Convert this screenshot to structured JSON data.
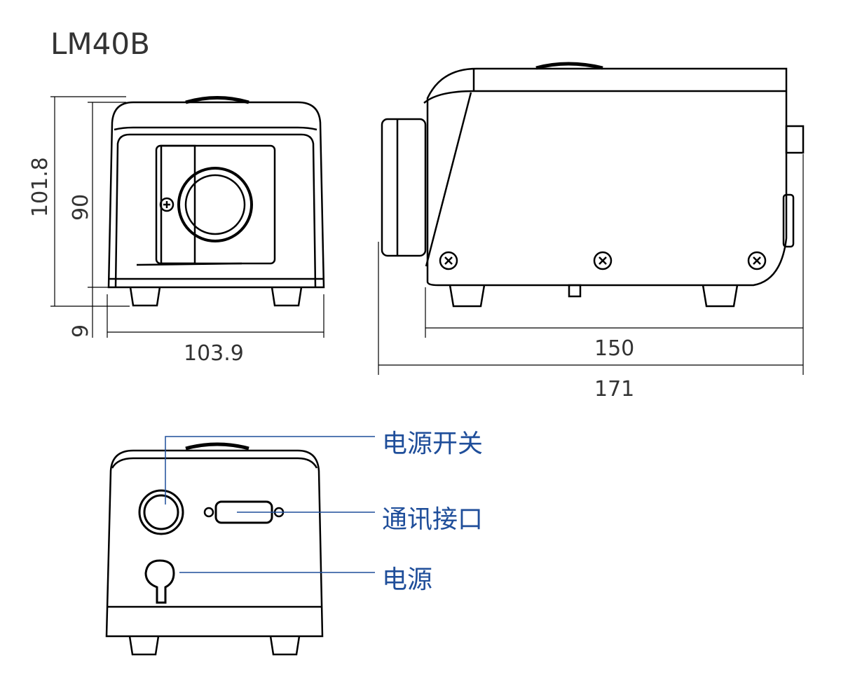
{
  "title": "LM40B",
  "dimensions": {
    "total_height": "101.8",
    "body_height": "90",
    "foot_height": "9",
    "width": "103.9",
    "body_length": "150",
    "total_length": "171"
  },
  "callouts": {
    "power_switch": "电源开关",
    "comm_port": "通讯接口",
    "power": "电源"
  },
  "colors": {
    "line": "#000000",
    "callout": "#1f4e9a",
    "dimension": "#333333"
  }
}
